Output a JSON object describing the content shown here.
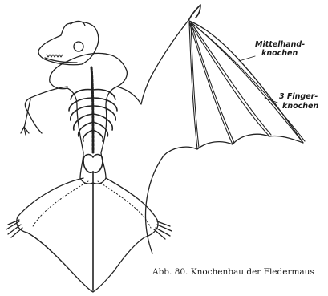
{
  "labels": {
    "metacarpal_line1": "Mittelhand-",
    "metacarpal_line2": "knochen",
    "finger_line1": "3 Finger-",
    "finger_line2": "knochen"
  },
  "caption": "Abb. 80.  Knochenbau der Fledermaus"
}
